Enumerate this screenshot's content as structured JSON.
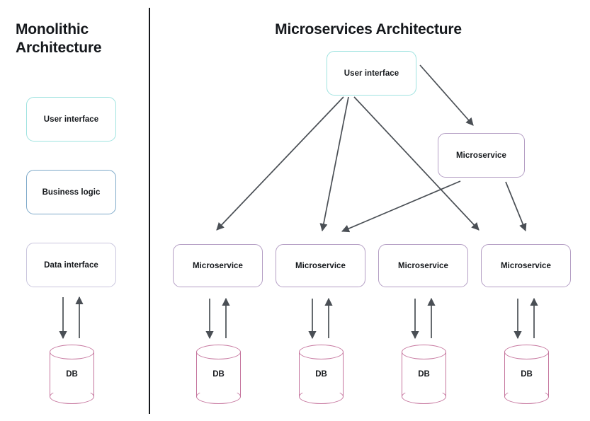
{
  "diagram": {
    "type": "architecture-comparison-diagram",
    "background": "#ffffff",
    "divider_color": "#15181c"
  },
  "left_panel": {
    "title": "Monolithic Architecture",
    "title_line1": "Monolithic",
    "title_line2": "Architecture",
    "nodes": [
      {
        "id": "mono-ui",
        "label": "User interface",
        "shape": "rounded-rect",
        "border_color": "#9fe3e0"
      },
      {
        "id": "mono-bl",
        "label": "Business logic",
        "shape": "rounded-rect",
        "border_color": "#7da9c9"
      },
      {
        "id": "mono-di",
        "label": "Data interface",
        "shape": "rounded-rect",
        "border_color": "#c9c5dd"
      },
      {
        "id": "mono-db",
        "label": "DB",
        "shape": "cylinder",
        "border_color": "#c5749d"
      }
    ],
    "connections": [
      {
        "from": "mono-di",
        "to": "mono-db",
        "direction": "down"
      },
      {
        "from": "mono-db",
        "to": "mono-di",
        "direction": "up"
      }
    ]
  },
  "right_panel": {
    "title": "Microservices Architecture",
    "nodes": [
      {
        "id": "ms-ui",
        "label": "User interface",
        "shape": "rounded-rect",
        "border_color": "#9fe3e0"
      },
      {
        "id": "ms-top",
        "label": "Microservice",
        "shape": "rounded-rect",
        "border_color": "#b49ec4"
      },
      {
        "id": "ms-1",
        "label": "Microservice",
        "shape": "rounded-rect",
        "border_color": "#b49ec4"
      },
      {
        "id": "ms-2",
        "label": "Microservice",
        "shape": "rounded-rect",
        "border_color": "#b49ec4"
      },
      {
        "id": "ms-3",
        "label": "Microservice",
        "shape": "rounded-rect",
        "border_color": "#b49ec4"
      },
      {
        "id": "ms-4",
        "label": "Microservice",
        "shape": "rounded-rect",
        "border_color": "#b49ec4"
      },
      {
        "id": "db-1",
        "label": "DB",
        "shape": "cylinder",
        "border_color": "#c5749d"
      },
      {
        "id": "db-2",
        "label": "DB",
        "shape": "cylinder",
        "border_color": "#c5749d"
      },
      {
        "id": "db-3",
        "label": "DB",
        "shape": "cylinder",
        "border_color": "#c5749d"
      },
      {
        "id": "db-4",
        "label": "DB",
        "shape": "cylinder",
        "border_color": "#c5749d"
      }
    ],
    "connections": [
      {
        "from": "ms-ui",
        "to": "ms-1",
        "style": "arrow"
      },
      {
        "from": "ms-ui",
        "to": "ms-2",
        "style": "arrow"
      },
      {
        "from": "ms-ui",
        "to": "ms-4",
        "style": "arrow"
      },
      {
        "from": "ms-ui",
        "to": "ms-top",
        "style": "arrow"
      },
      {
        "from": "ms-top",
        "to": "ms-2",
        "style": "arrow"
      },
      {
        "from": "ms-top",
        "to": "ms-4",
        "style": "arrow"
      },
      {
        "from": "ms-1",
        "to": "db-1",
        "direction": "down"
      },
      {
        "from": "db-1",
        "to": "ms-1",
        "direction": "up"
      },
      {
        "from": "ms-2",
        "to": "db-2",
        "direction": "down"
      },
      {
        "from": "db-2",
        "to": "ms-2",
        "direction": "up"
      },
      {
        "from": "ms-3",
        "to": "db-3",
        "direction": "down"
      },
      {
        "from": "db-3",
        "to": "ms-3",
        "direction": "up"
      },
      {
        "from": "ms-4",
        "to": "db-4",
        "direction": "down"
      },
      {
        "from": "db-4",
        "to": "ms-4",
        "direction": "up"
      }
    ]
  },
  "arrow_color": "#4a4f55"
}
